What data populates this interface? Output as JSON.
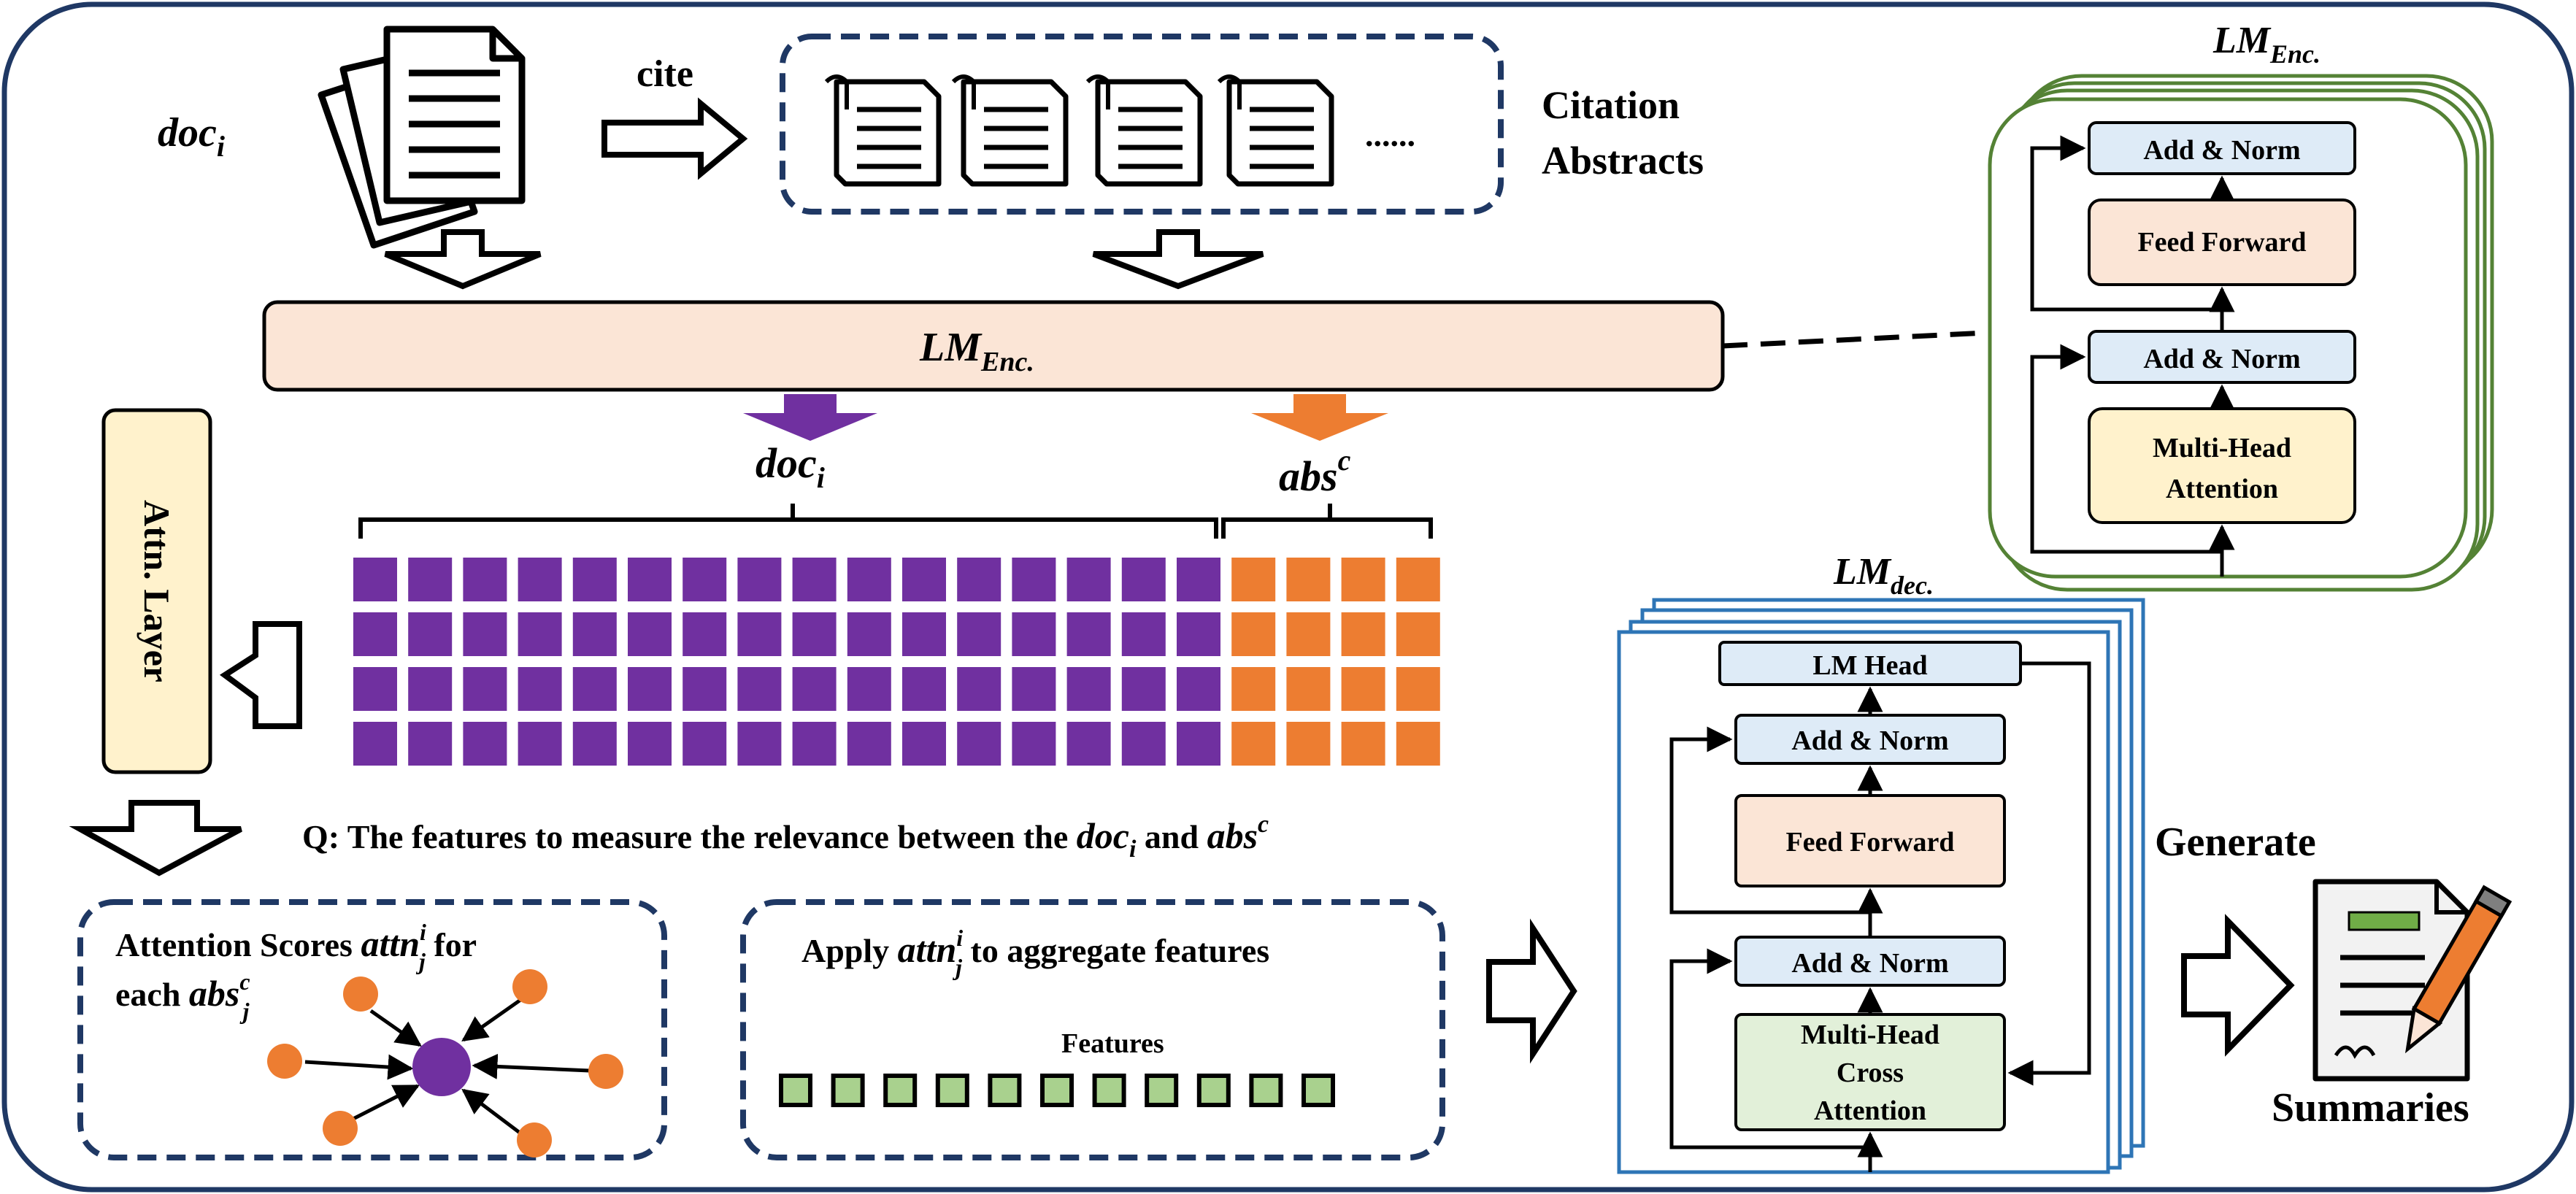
{
  "inputs": {
    "doc_label": "doc",
    "doc_sub": "i",
    "cite_label": "cite",
    "citation_abstracts_line1": "Citation",
    "citation_abstracts_line2": "Abstracts",
    "ellipsis": "......"
  },
  "encoder_bar": {
    "label": "LM",
    "sub": "Enc."
  },
  "token_groups": {
    "doc_label": "doc",
    "doc_sub": "i",
    "abs_label": "abs",
    "abs_sup": "c",
    "doc_color": "#7030a0",
    "abs_color": "#ed7d31",
    "doc_columns": 16,
    "abs_columns": 4,
    "rows": 4
  },
  "attn_layer": {
    "label": "Attn. Layer"
  },
  "query_caption": {
    "prefix": "Q: The features to measure the relevance between the ",
    "doc": "doc",
    "doc_sub": "i",
    "middle": " and ",
    "abs": "abs",
    "abs_sup": "c"
  },
  "attention_scores": {
    "line1_prefix": "Attention Scores ",
    "attn": "attn",
    "attn_sup": "i",
    "attn_sub": "j",
    "line1_suffix": " for",
    "line2_prefix": "each ",
    "abs": "abs",
    "abs_sup": "c",
    "abs_sub": "j"
  },
  "aggregate": {
    "prefix": "Apply ",
    "attn": "attn",
    "attn_sup": "i",
    "attn_sub": "j",
    "suffix": " to aggregate features",
    "features_label": "Features",
    "feature_count": 11,
    "feature_color": "#a9d18e"
  },
  "encoder_block": {
    "title": "LM",
    "title_sub": "Enc.",
    "border_color": "#548235",
    "layers": {
      "add_norm_top": "Add & Norm",
      "feed_forward": "Feed Forward",
      "add_norm_bottom": "Add & Norm",
      "mha_line1": "Multi-Head",
      "mha_line2": "Attention"
    }
  },
  "decoder_block": {
    "title": "LM",
    "title_sub": "dec.",
    "border_color": "#2e75b6",
    "layers": {
      "lm_head": "LM Head",
      "add_norm_top": "Add & Norm",
      "feed_forward": "Feed Forward",
      "add_norm_bottom": "Add & Norm",
      "cross_line1": "Multi-Head",
      "cross_line2": "Cross",
      "cross_line3": "Attention"
    }
  },
  "output": {
    "generate_label": "Generate",
    "summaries_label": "Summaries"
  },
  "colors": {
    "navy": "#1f3864",
    "peach": "#fbe5d6",
    "light_blue": "#deebf7",
    "light_yellow": "#fff2cc",
    "light_green": "#e2f0d9",
    "purple": "#7030a0",
    "orange": "#ed7d31"
  }
}
